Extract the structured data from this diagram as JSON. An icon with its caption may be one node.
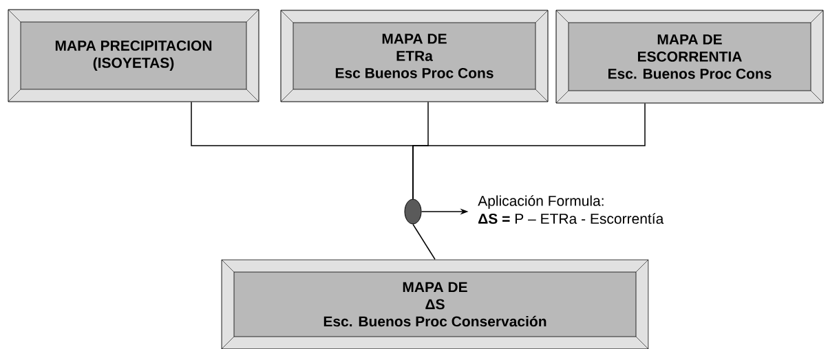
{
  "diagram": {
    "nodes": [
      {
        "text": [
          "MAPA PRECIPITACION",
          "(ISOYETAS)"
        ]
      },
      {
        "text": [
          "MAPA DE",
          "ETRa",
          "Esc Buenos Proc Cons"
        ]
      },
      {
        "text": [
          "MAPA DE",
          "ESCORRENTIA",
          "Esc. Buenos Proc Cons"
        ]
      },
      {
        "text": [],
        "shape": "circle"
      },
      {
        "text": [
          "Aplicación Formula:",
          "**ΔS =**  P – ETRa - Escorrentía"
        ]
      },
      {
        "text": [
          "MAPA DE",
          "ΔS",
          "Esc. Buenos Proc Conservación"
        ]
      }
    ],
    "edges": [
      {
        "from": 0,
        "to": 3,
        "arrow": "none"
      },
      {
        "from": 1,
        "to": 3,
        "arrow": "none"
      },
      {
        "from": 2,
        "to": 3,
        "arrow": "none"
      },
      {
        "from": 3,
        "to": 4,
        "arrow": "to"
      },
      {
        "from": 3,
        "to": 5,
        "arrow": "none"
      }
    ]
  }
}
